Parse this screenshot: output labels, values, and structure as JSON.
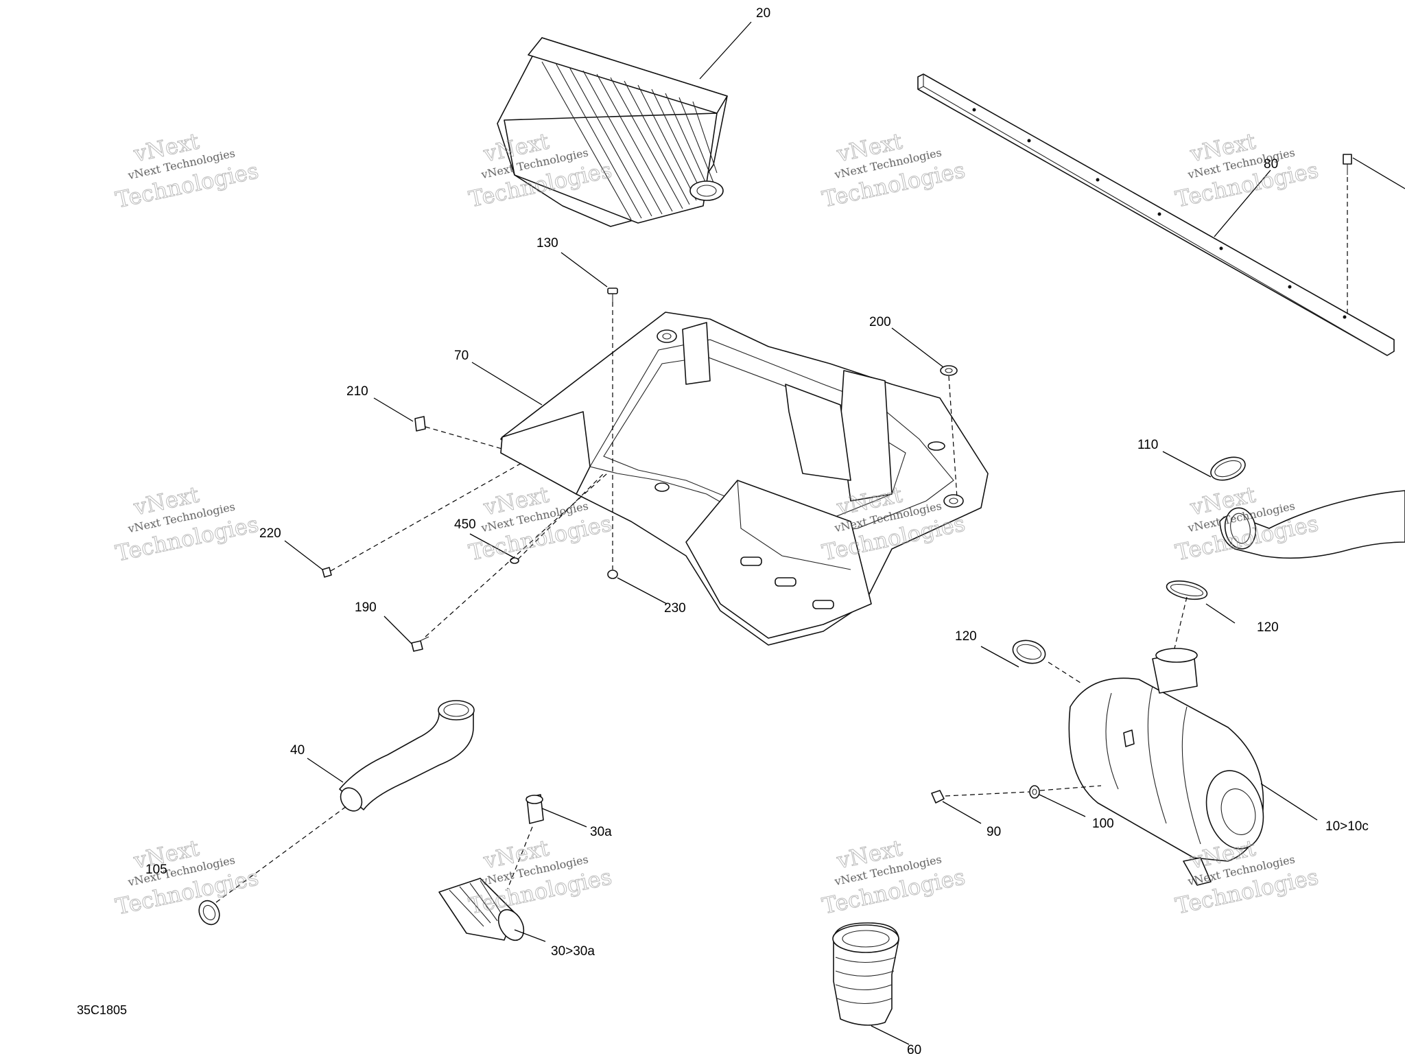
{
  "diagram": {
    "drawing_code": "35C1805",
    "watermark": {
      "line1": "vNext",
      "line2": "Technologies",
      "small": "vNext Technologies"
    },
    "callouts": [
      {
        "id": "c20",
        "label": "20"
      },
      {
        "id": "c80",
        "label": "80"
      },
      {
        "id": "c130",
        "label": "130"
      },
      {
        "id": "c200",
        "label": "200"
      },
      {
        "id": "c70",
        "label": "70"
      },
      {
        "id": "c210",
        "label": "210"
      },
      {
        "id": "c110",
        "label": "110"
      },
      {
        "id": "c220",
        "label": "220"
      },
      {
        "id": "c450",
        "label": "450"
      },
      {
        "id": "c230",
        "label": "230"
      },
      {
        "id": "c190",
        "label": "190"
      },
      {
        "id": "c120a",
        "label": "120"
      },
      {
        "id": "c120b",
        "label": "120"
      },
      {
        "id": "c40",
        "label": "40"
      },
      {
        "id": "c30a",
        "label": "30a"
      },
      {
        "id": "c90",
        "label": "90"
      },
      {
        "id": "c100",
        "label": "100"
      },
      {
        "id": "c10",
        "label": "10>10c"
      },
      {
        "id": "c105",
        "label": "105"
      },
      {
        "id": "c30",
        "label": "30>30a"
      },
      {
        "id": "c60",
        "label": "60"
      }
    ]
  }
}
